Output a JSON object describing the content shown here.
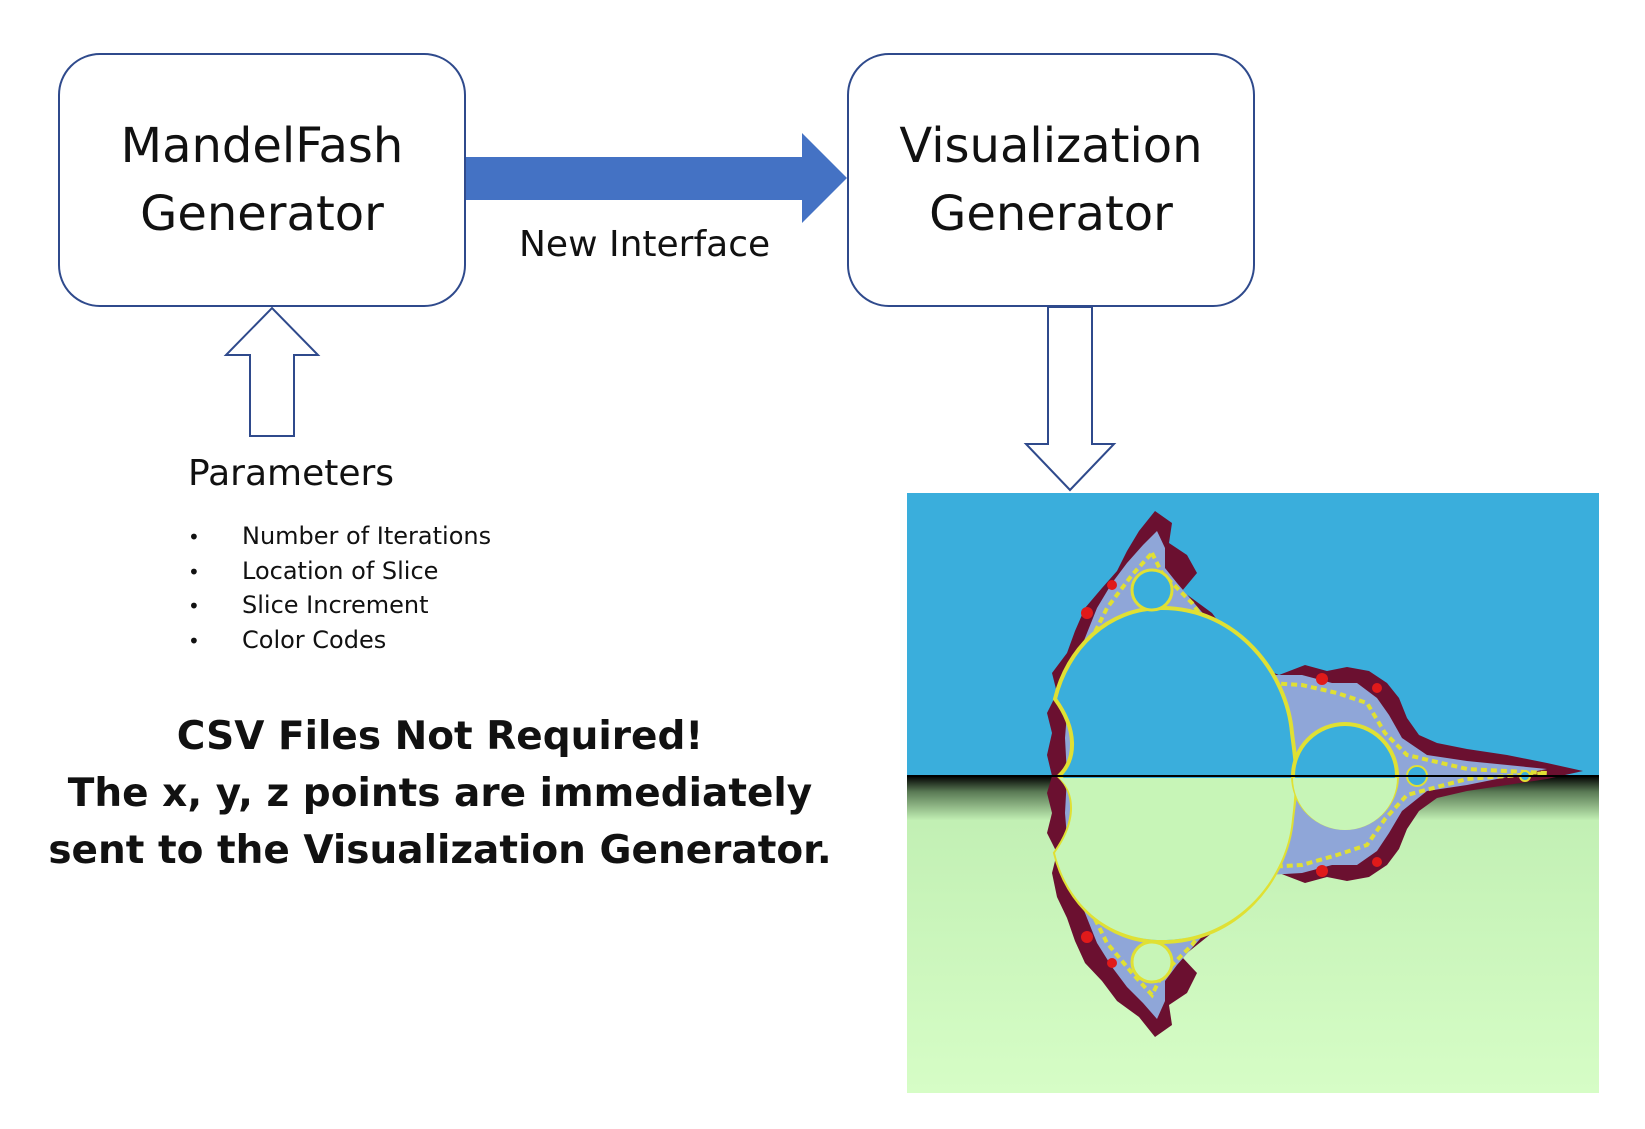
{
  "nodes": {
    "source": {
      "line1": "MandelFash",
      "line2": "Generator"
    },
    "target": {
      "line1": "Visualization",
      "line2": "Generator"
    }
  },
  "connector": {
    "label": "New Interface",
    "color": "#4472c4"
  },
  "parameters": {
    "title": "Parameters",
    "items": [
      "Number of Iterations",
      "Location of Slice",
      "Slice Increment",
      "Color Codes"
    ]
  },
  "note": {
    "line1": "CSV Files Not Required!",
    "line2": "The x, y, z points are immediately",
    "line3": "sent to the Visualization Generator."
  },
  "colors": {
    "box_border": "#2f4a8c",
    "hollow_arrow": "#2f4a8c",
    "sky": "#3aaedc",
    "ground": "#cdfbbf",
    "fractal_outer": "#6b1030",
    "fractal_band": "#8fa6d8",
    "fractal_edge": "#e0e033",
    "fractal_accent": "#e01a1a"
  }
}
